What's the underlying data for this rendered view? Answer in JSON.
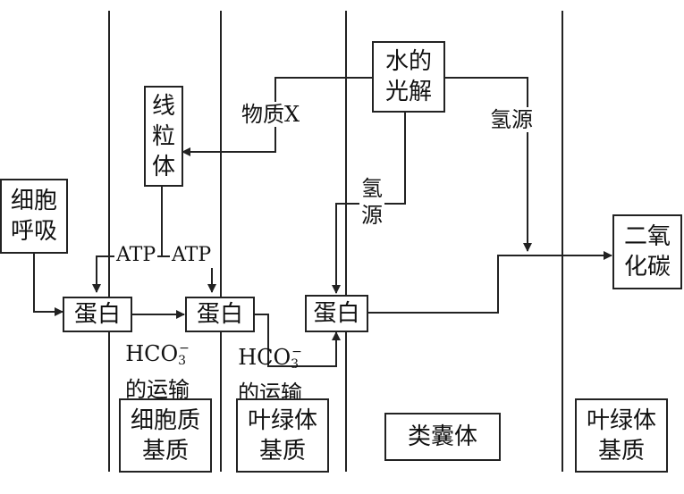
{
  "diagram": {
    "nodes": {
      "water_photolysis": [
        "水的",
        "光解"
      ],
      "mitochondria": [
        "线",
        "粒",
        "体"
      ],
      "cell_respiration": [
        "细胞",
        "呼吸"
      ],
      "protein_1": "蛋白",
      "protein_2": "蛋白",
      "protein_3": "蛋白",
      "carbon_dioxide": [
        "二氧",
        "化碳"
      ]
    },
    "edge_labels": {
      "substance_x": "物质X",
      "hydrogen_source_right": "氢源",
      "hydrogen_source_left": [
        "氢",
        "源"
      ],
      "atp_1": "ATP",
      "atp_2": "ATP",
      "hco3_transport_1": {
        "base": "HCO",
        "subscript": "3",
        "superscript": "−",
        "suffix": "的运输"
      },
      "hco3_transport_2": {
        "base": "HCO",
        "subscript": "3",
        "superscript": "−",
        "suffix": "的运输"
      }
    },
    "regions": {
      "cytoplasm_matrix": [
        "细胞质",
        "基质"
      ],
      "chloroplast_stroma_1": [
        "叶绿体",
        "基质"
      ],
      "thylakoid": "类囊体",
      "chloroplast_stroma_2": [
        "叶绿体",
        "基质"
      ]
    }
  }
}
